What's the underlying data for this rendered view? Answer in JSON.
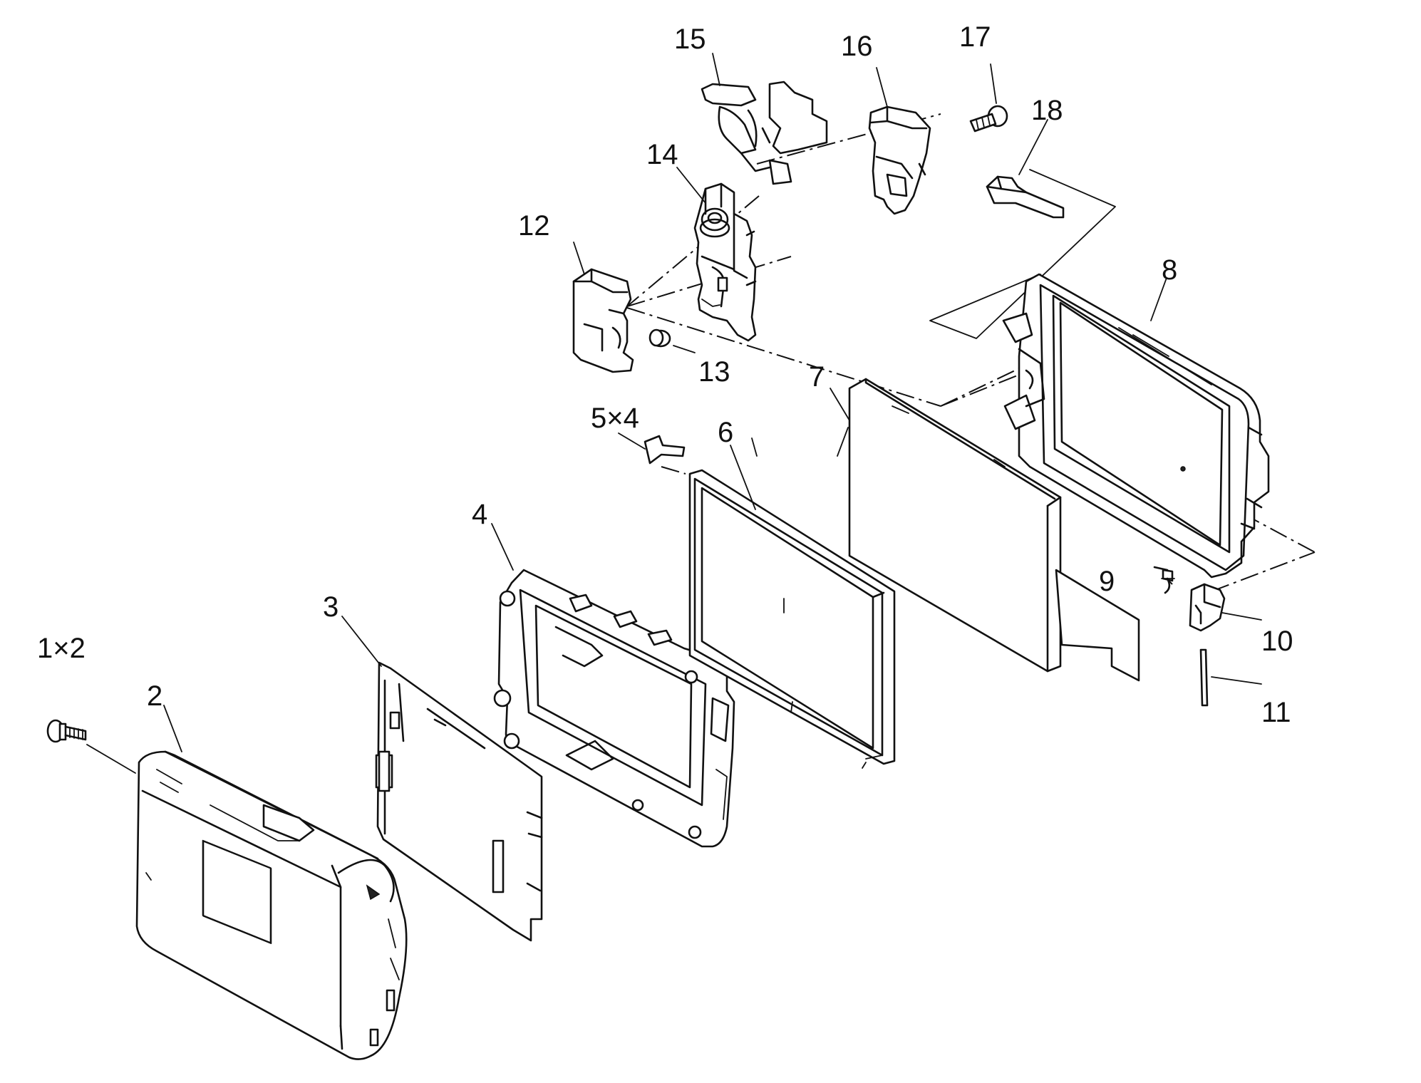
{
  "diagram": {
    "callouts": [
      {
        "id": "1",
        "label": "1×2"
      },
      {
        "id": "2",
        "label": "2"
      },
      {
        "id": "3",
        "label": "3"
      },
      {
        "id": "4",
        "label": "4"
      },
      {
        "id": "5",
        "label": "5×4"
      },
      {
        "id": "6",
        "label": "6"
      },
      {
        "id": "7",
        "label": "7"
      },
      {
        "id": "8",
        "label": "8"
      },
      {
        "id": "9",
        "label": "9"
      },
      {
        "id": "10",
        "label": "10"
      },
      {
        "id": "11",
        "label": "11"
      },
      {
        "id": "12",
        "label": "12"
      },
      {
        "id": "13",
        "label": "13"
      },
      {
        "id": "14",
        "label": "14"
      },
      {
        "id": "15",
        "label": "15"
      },
      {
        "id": "16",
        "label": "16"
      },
      {
        "id": "17",
        "label": "17"
      },
      {
        "id": "18",
        "label": "18"
      }
    ]
  }
}
